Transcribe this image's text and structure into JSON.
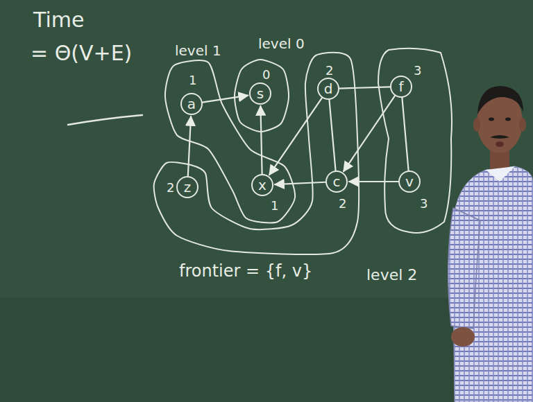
{
  "diagram": {
    "nodes": [
      {
        "text": [
          "level 1"
        ]
      },
      {
        "text": [
          "1",
          "a"
        ],
        "in": 0
      },
      {
        "text": [
          "x",
          "1"
        ],
        "in": 0
      },
      {
        "text": [
          "level 0"
        ]
      },
      {
        "text": [
          "0",
          "s"
        ],
        "in": 3
      },
      {
        "text": [
          "level 2"
        ]
      },
      {
        "text": [
          "2",
          "d"
        ],
        "in": 5
      },
      {
        "text": [
          "2",
          "z"
        ],
        "in": 5
      },
      {
        "text": [
          "c",
          "2"
        ],
        "in": 5
      },
      {
        "text": [
          "3",
          "f"
        ]
      },
      {
        "text": [
          "v",
          "3"
        ]
      }
    ],
    "edges": [
      {
        "from": 1,
        "to": 4,
        "arrow": "to"
      },
      {
        "from": 2,
        "to": 4,
        "arrow": "to"
      },
      {
        "from": 7,
        "to": 1,
        "arrow": "to"
      },
      {
        "from": 6,
        "to": 2,
        "arrow": "to"
      },
      {
        "from": 8,
        "to": 2,
        "arrow": "to"
      },
      {
        "from": 6,
        "to": 9,
        "arrow": "none"
      },
      {
        "from": 6,
        "to": 8,
        "arrow": "none"
      },
      {
        "from": 9,
        "to": 8,
        "arrow": "to"
      },
      {
        "from": 10,
        "to": 8,
        "arrow": "to"
      },
      {
        "from": 9,
        "to": 10,
        "arrow": "none"
      }
    ],
    "labels": [
      "Time",
      "= Θ(V+E)",
      "frontier = {f, v}"
    ]
  }
}
